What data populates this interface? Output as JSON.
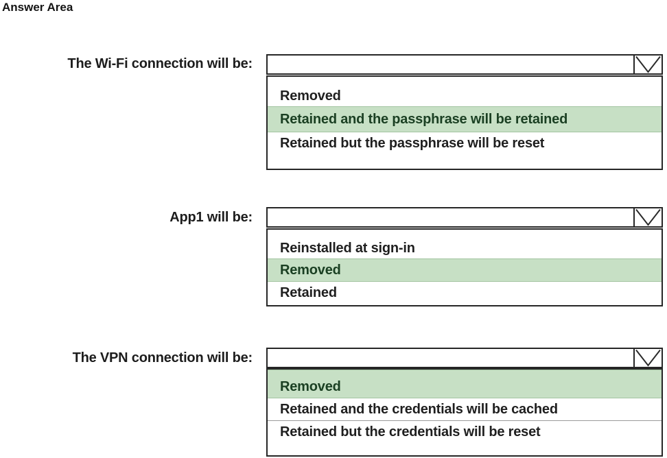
{
  "title": "Answer Area",
  "colors": {
    "highlight_bg": "#c7e0c5",
    "highlight_text": "#1b4023",
    "border": "#262626"
  },
  "questions": [
    {
      "label": "The Wi-Fi connection will be:",
      "value": "",
      "options": [
        {
          "label": "Removed",
          "selected": false
        },
        {
          "label": "Retained and the passphrase will be retained",
          "selected": true
        },
        {
          "label": "Retained but the passphrase will be reset",
          "selected": false
        }
      ]
    },
    {
      "label": "App1 will be:",
      "value": "",
      "options": [
        {
          "label": "Reinstalled at sign-in",
          "selected": false
        },
        {
          "label": "Removed",
          "selected": true
        },
        {
          "label": "Retained",
          "selected": false
        }
      ]
    },
    {
      "label": "The VPN connection will be:",
      "value": "",
      "options": [
        {
          "label": "Removed",
          "selected": true
        },
        {
          "label": "Retained and the credentials will be cached",
          "selected": false
        },
        {
          "label": "Retained but the credentials will be reset",
          "selected": false
        }
      ]
    }
  ]
}
